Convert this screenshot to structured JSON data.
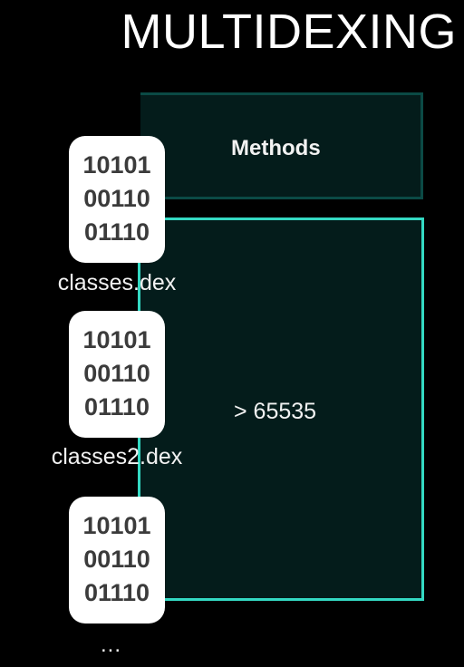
{
  "title": "MULTIDEXING",
  "methods_label": "Methods",
  "count_label": "> 65535",
  "dex_files": [
    {
      "lines": [
        "10101",
        "00110",
        "01110"
      ],
      "name": "classes.dex"
    },
    {
      "lines": [
        "10101",
        "00110",
        "01110"
      ],
      "name": "classes2.dex"
    },
    {
      "lines": [
        "10101",
        "00110",
        "01110"
      ],
      "name": ""
    }
  ],
  "ellipsis": "...",
  "colors": {
    "background": "#000000",
    "box_fill": "#041c1b",
    "methods_border": "#0b4a45",
    "count_border": "#34d9c3",
    "card": "#ffffff",
    "text": "#f2f2f2"
  }
}
